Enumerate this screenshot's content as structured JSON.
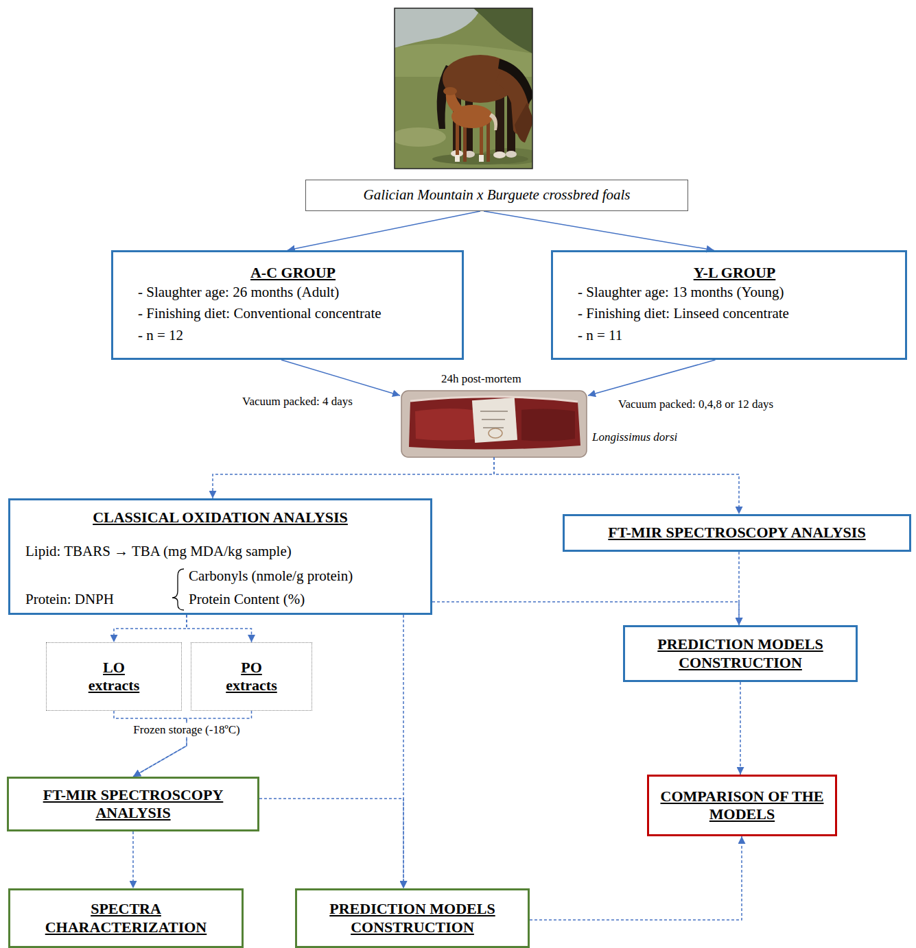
{
  "diagram": {
    "nodes": [
      {
        "text": [
          "Galician Mountain x Burguete crossbred foals"
        ]
      },
      {
        "text": [
          "A-C GROUP",
          "- Slaughter age: 26 months (Adult)",
          "- Finishing diet: Conventional concentrate",
          "- n = 12"
        ]
      },
      {
        "text": [
          "Y-L GROUP",
          "- Slaughter age: 13 months (Young)",
          "- Finishing diet: Linseed concentrate",
          "- n = 11"
        ]
      },
      {
        "text": [
          "Longissimus dorsi"
        ]
      },
      {
        "text": [
          "CLASSICAL OXIDATION ANALYSIS",
          "Lipid: TBARS → TBA (mg MDA/kg sample)",
          "Carbonyls (nmole/g protein)",
          "Protein: DNPH",
          "Protein Content (%)"
        ]
      },
      {
        "text": [
          "FT-MIR SPECTROSCOPY ANALYSIS"
        ]
      },
      {
        "text": [
          "LO extracts"
        ]
      },
      {
        "text": [
          "PO extracts"
        ]
      },
      {
        "text": [
          "PREDICTION MODELS CONSTRUCTION"
        ]
      },
      {
        "text": [
          "FT-MIR SPECTROSCOPY ANALYSIS"
        ]
      },
      {
        "text": [
          "COMPARISON OF THE MODELS"
        ]
      },
      {
        "text": [
          "SPECTRA CHARACTERIZATION"
        ]
      },
      {
        "text": [
          "PREDICTION MODELS CONSTRUCTION"
        ]
      }
    ],
    "edges": [
      {
        "from": 0,
        "to": 1,
        "arrow": "to"
      },
      {
        "from": 0,
        "to": 2,
        "arrow": "to"
      },
      {
        "from": 1,
        "to": 3,
        "label": "Vacuum packed: 4 days",
        "arrow": "to"
      },
      {
        "from": 2,
        "to": 3,
        "label": "Vacuum packed: 0,4,8 or 12 days",
        "arrow": "to"
      },
      {
        "from": 3,
        "to": 4,
        "arrow": "to"
      },
      {
        "from": 3,
        "to": 5,
        "arrow": "to"
      },
      {
        "from": 4,
        "to": 6,
        "arrow": "to"
      },
      {
        "from": 4,
        "to": 7,
        "arrow": "to"
      },
      {
        "from": 6,
        "to": 9,
        "arrow": "to"
      },
      {
        "from": 7,
        "to": 9,
        "arrow": "to"
      },
      {
        "from": 4,
        "to": 8,
        "arrow": "to"
      },
      {
        "from": 5,
        "to": 8,
        "arrow": "to"
      },
      {
        "from": 8,
        "to": 10,
        "arrow": "to"
      },
      {
        "from": 9,
        "to": 11,
        "arrow": "to"
      },
      {
        "from": 9,
        "to": 12,
        "arrow": "to"
      },
      {
        "from": 4,
        "to": 12,
        "arrow": "to"
      },
      {
        "from": 12,
        "to": 10,
        "arrow": "to"
      }
    ],
    "labels": [
      "24h post-mortem",
      "Frozen storage (-18ºC)"
    ]
  }
}
